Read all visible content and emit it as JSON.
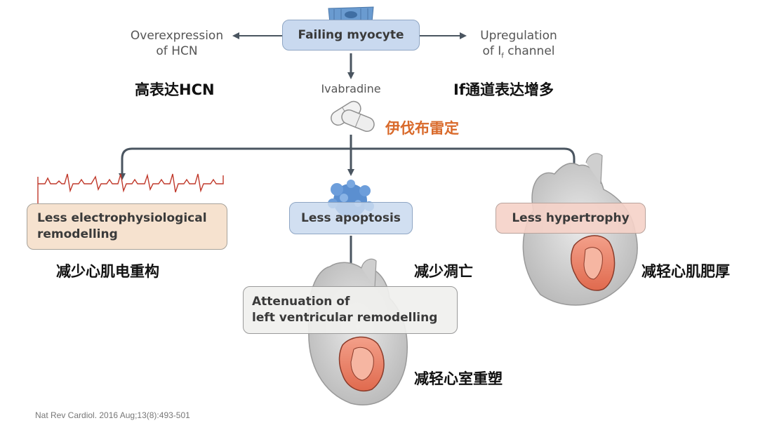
{
  "center": {
    "title": "Failing myocyte",
    "left_effect_line1": "Overexpression",
    "left_effect_line2": "of HCN",
    "right_effect_line1": "Upregulation",
    "right_effect_line2_pre": "of I",
    "right_effect_line2_sub": "f",
    "right_effect_line2_post": " channel",
    "drug": "Ivabradine"
  },
  "cn_labels": {
    "hcn": "高表达HCN",
    "if_channel": "If通道表达增多",
    "ivabradine": "伊伐布雷定",
    "electro": "减少心肌电重构",
    "apoptosis": "减少凋亡",
    "hypertrophy": "减轻心肌肥厚",
    "ventricular": "减轻心室重塑"
  },
  "outcomes": {
    "electro_line1": "Less electrophysiological",
    "electro_line2": "remodelling",
    "apoptosis": "Less apoptosis",
    "hypertrophy": "Less hypertrophy",
    "ventricular_line1": "Attenuation of",
    "ventricular_line2": "left ventricular remodelling"
  },
  "citation": "Nat Rev Cardiol. 2016 Aug;13(8):493-501",
  "colors": {
    "arrow": "#4a5560",
    "box_blue": "#c9d9ef",
    "box_peach": "#f6e2cf",
    "box_pink": "#f5d2c8",
    "ecg": "#c0392b",
    "cn_orange": "#d96a2b"
  },
  "icons": [
    "myocyte-cell-icon",
    "pill-capsules-icon",
    "ecg-trace-icon",
    "apoptotic-cell-icon",
    "heart-hypertrophy-icon",
    "heart-ventricle-icon"
  ]
}
